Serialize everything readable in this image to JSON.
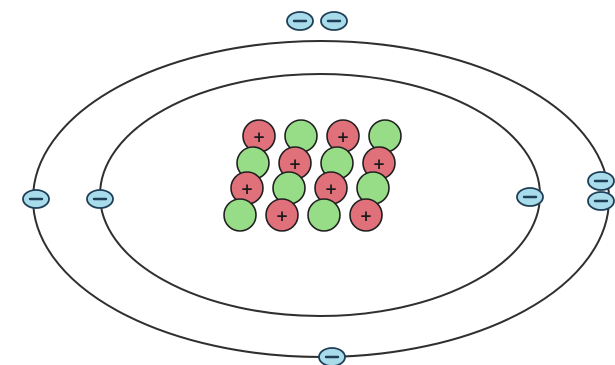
{
  "diagram": {
    "type": "atom-bohr-model",
    "colors": {
      "orbit": "#2f2f2f",
      "proton_fill": "#e0707a",
      "neutron_fill": "#97dc86",
      "electron_fill": "#a9dceb",
      "electron_stroke": "#1f3f57"
    },
    "symbols": {
      "proton": "+",
      "electron": "−"
    },
    "nucleus": {
      "proton_count": 8,
      "neutron_count": 8
    },
    "shells": [
      {
        "name": "inner",
        "electron_count": 2
      },
      {
        "name": "outer",
        "electron_count": 6
      }
    ]
  }
}
